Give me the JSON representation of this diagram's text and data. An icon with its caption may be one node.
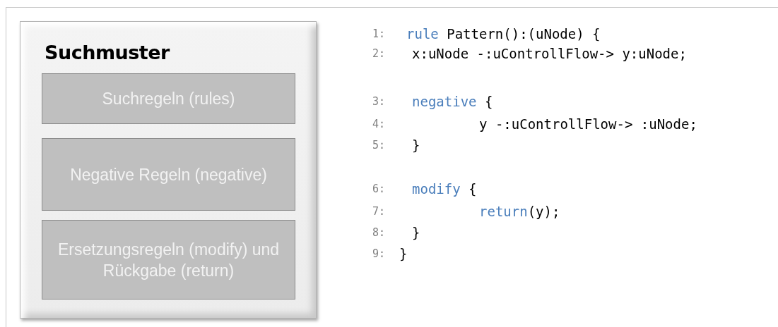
{
  "diagram": {
    "nodes": [
      {
        "text": [
          "Suchmuster"
        ]
      },
      {
        "text": [
          "Suchregeln (rules)"
        ],
        "in": 0
      },
      {
        "text": [
          "Negative Regeln (negative)"
        ],
        "in": 0
      },
      {
        "text": [
          "Ersetzungsregeln (modify) und Rückgabe (return)"
        ],
        "in": 0
      }
    ],
    "edges": [],
    "labels": [
      "1:",
      "rule Pattern():(uNode) {",
      "2:",
      "x:uNode -:uControllFlow-> y:uNode;",
      "3:",
      "negative {",
      "4:",
      "y -:uControllFlow-> :uNode;",
      "5:",
      "}",
      "6:",
      "modify {",
      "7:",
      "return(y);",
      "8:",
      "}",
      "9:",
      "}"
    ]
  }
}
